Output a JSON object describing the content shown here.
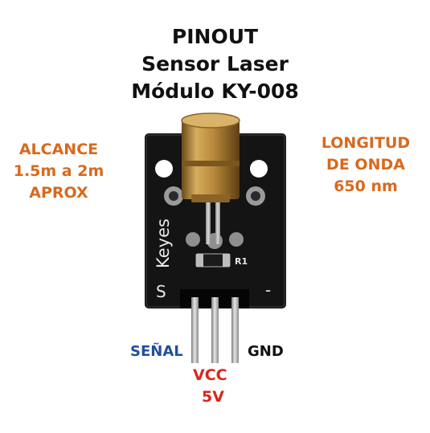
{
  "title": {
    "line1": "PINOUT",
    "line2": "Sensor Laser",
    "line3": "Módulo KY-008"
  },
  "left_note": {
    "line1": "ALCANCE",
    "line2": "1.5m a 2m",
    "line3": "APROX"
  },
  "right_note": {
    "line1": "LONGITUD",
    "line2": "DE ONDA",
    "line3": "650 nm"
  },
  "board": {
    "brand": "Keyes",
    "pin_mark_left": "S",
    "pin_mark_right": "-",
    "resistor_mark": "R1"
  },
  "pins": {
    "signal": "SEÑAL",
    "vcc": "VCC",
    "vcc_voltage": "5V",
    "gnd": "GND"
  },
  "colors": {
    "title": "#111111",
    "side_notes": "#d9691e",
    "signal": "#1f4fa0",
    "vcc": "#d9261e",
    "gnd": "#111111",
    "pcb": "#141414",
    "laser_body": "#b8893a"
  }
}
